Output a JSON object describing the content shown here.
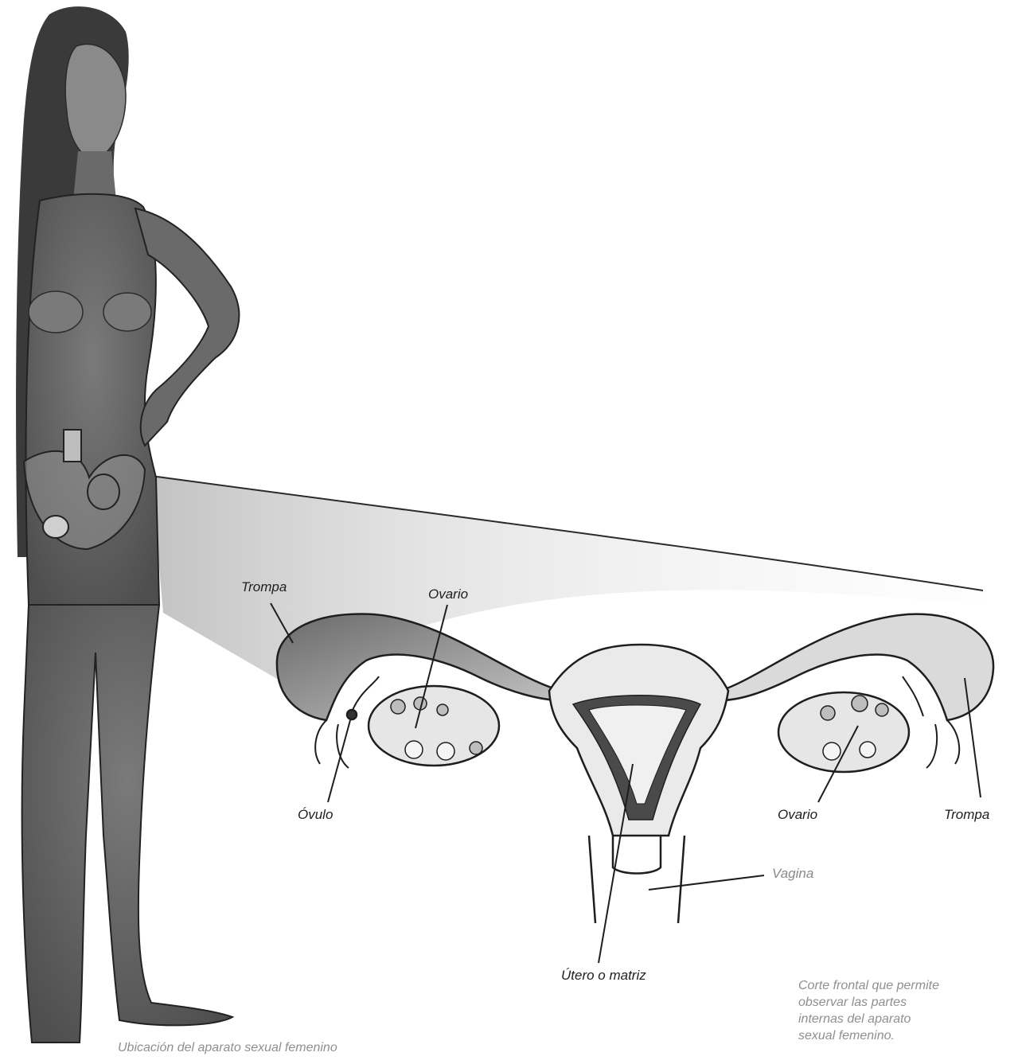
{
  "labels": {
    "trompa_left": "Trompa",
    "ovario_left": "Ovario",
    "ovulo": "Óvulo",
    "ovario_right": "Ovario",
    "trompa_right": "Trompa",
    "vagina": "Vagina",
    "utero": "Útero o matriz"
  },
  "captions": {
    "figure_location": "Ubicación del aparato sexual femenino",
    "cross_section": [
      "Corte frontal que permite",
      "observar las partes",
      "internas del aparato",
      "sexual femenino."
    ]
  }
}
